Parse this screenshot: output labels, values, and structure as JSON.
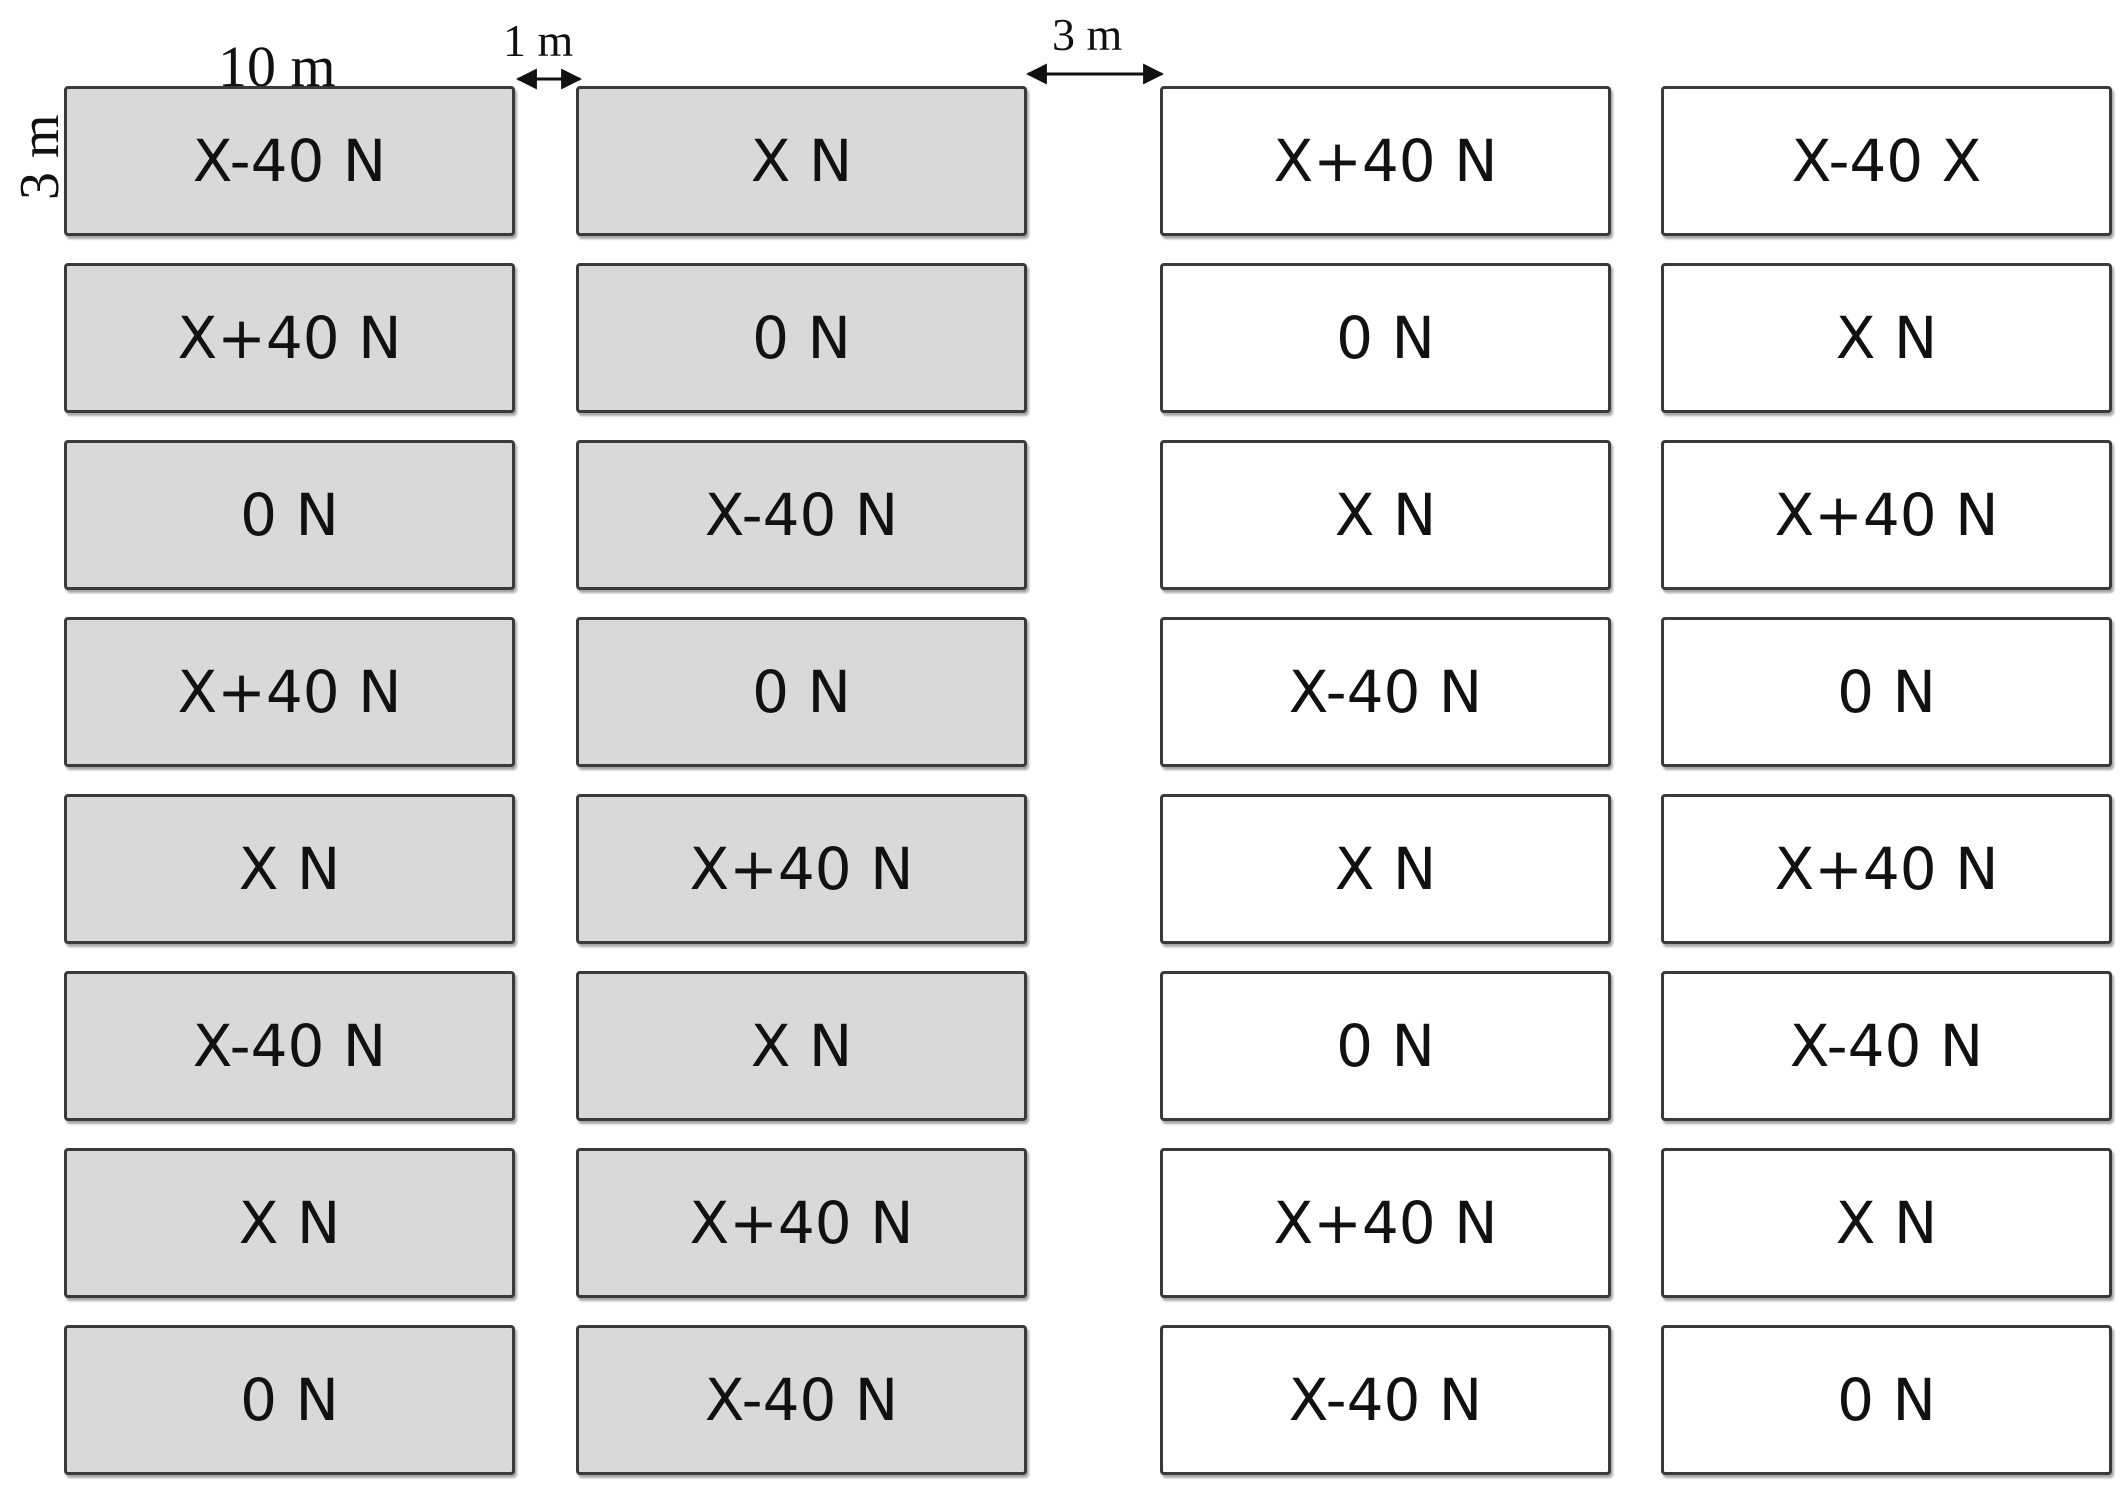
{
  "dimensions": {
    "plot_width": "10 m",
    "plot_height": "3 m",
    "gap_within_block": "1 m",
    "gap_between_blocks": "3 m"
  },
  "colors": {
    "shaded_plot_fill": "#d9d9d9",
    "plain_plot_fill": "#ffffff",
    "plot_border": "#3a3a3a"
  },
  "columns": [
    {
      "shaded": true,
      "plots": [
        "X-40 N",
        "X+40 N",
        "0 N",
        "X+40 N",
        "X N",
        "X-40 N",
        "X N",
        "0 N"
      ]
    },
    {
      "shaded": true,
      "plots": [
        "X N",
        "0 N",
        "X-40 N",
        "0 N",
        "X+40 N",
        "X N",
        "X+40 N",
        "X-40 N"
      ]
    },
    {
      "shaded": false,
      "plots": [
        "X+40 N",
        "0 N",
        "X N",
        "X-40 N",
        "X N",
        "0 N",
        "X+40 N",
        "X-40 N"
      ]
    },
    {
      "shaded": false,
      "plots": [
        "X-40 X",
        "X N",
        "X+40 N",
        "0 N",
        "X+40 N",
        "X-40 N",
        "X N",
        "0 N"
      ]
    }
  ]
}
